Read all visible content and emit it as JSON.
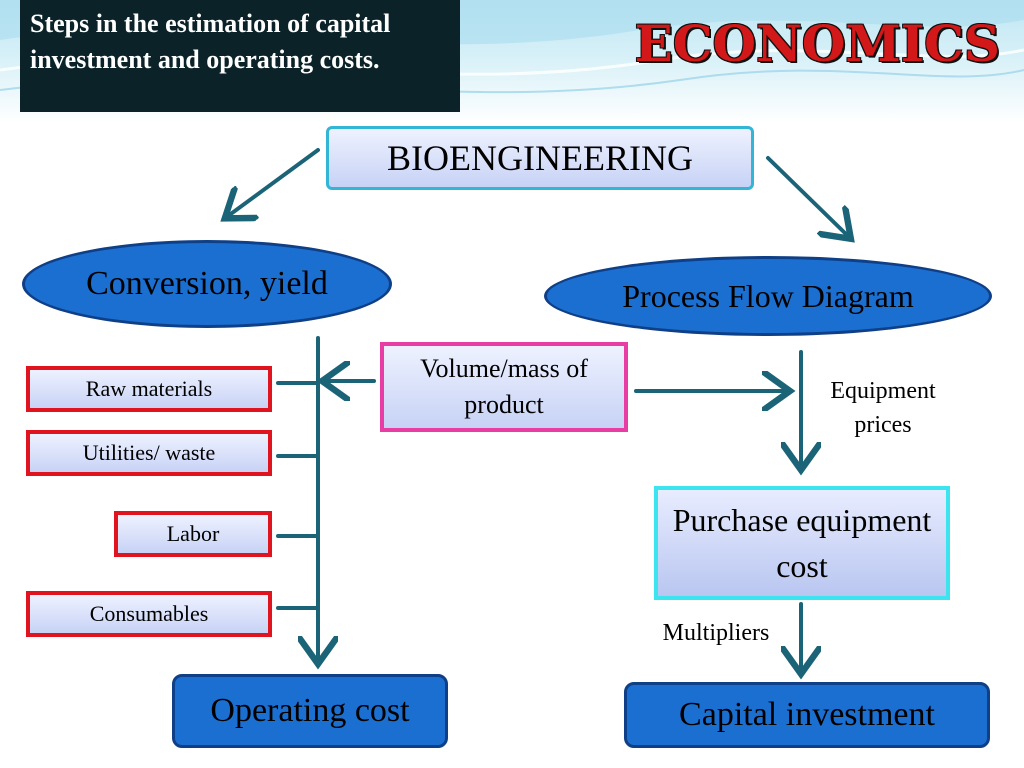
{
  "title": "Steps in the estimation of capital investment and operating costs.",
  "heading": "ECONOMICS",
  "nodes": {
    "bioengineering": "BIOENGINEERING",
    "conversion_yield": "Conversion, yield",
    "process_flow": "Process Flow Diagram",
    "volume_mass": "Volume/mass of product",
    "equipment_prices": "Equipment prices",
    "purchase_equipment": "Purchase equipment cost",
    "multipliers": "Multipliers",
    "operating_cost": "Operating cost",
    "capital_investment": "Capital investment"
  },
  "inputs": [
    "Raw materials",
    "Utilities/ waste",
    "Labor",
    "Consumables"
  ],
  "colors": {
    "arrow": "#1b6478",
    "ellipse_fill": "#1b6fd1",
    "red_border": "#e0141e",
    "pink_border": "#e83ea4",
    "cyan_border": "#3ce4f0",
    "heading": "#d21818"
  }
}
